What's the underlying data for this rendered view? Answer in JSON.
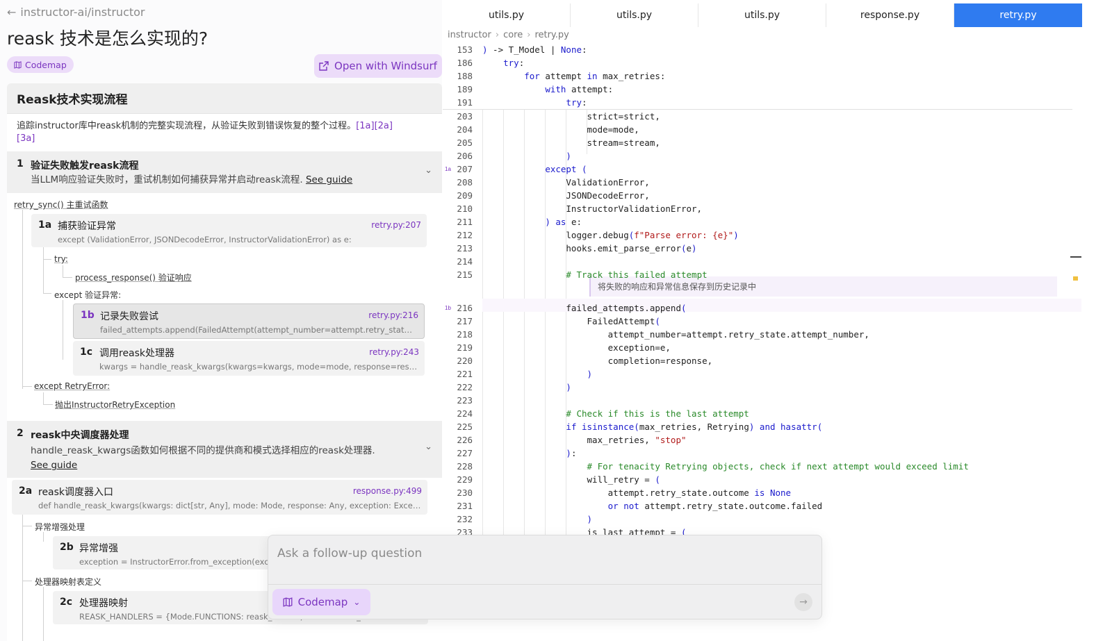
{
  "repo": {
    "label": "instructor-ai/instructor",
    "back_icon": "←"
  },
  "question": "reask 技术是怎么实现的?",
  "codemap_chip": "Codemap",
  "open_windsurf": "Open with Windsurf",
  "flow": {
    "title": "Reask技术实现流程",
    "desc": "追踪instructor库中reask机制的完整实现流程，从验证失败到错误恢复的整个过程。",
    "refs1": "[1a][2a]",
    "refs2": "[3a]"
  },
  "steps": [
    {
      "num": "1",
      "title": "验证失败触发reask流程",
      "desc": "当LLM响应验证失败时，重试机制如何捕获异常并启动reask流程.",
      "guide": "See guide"
    },
    {
      "num": "2",
      "title": "reask中央调度器处理",
      "desc": "handle_reask_kwargs函数如何根据不同的提供商和模式选择相应的reask处理器.",
      "guide": "See guide"
    }
  ],
  "tree": {
    "retry_sync": "retry_sync() 主重试函数",
    "try": "try:",
    "process": "process_response() 验证响应",
    "except_valid": "except 验证异常:",
    "except_retry": "except RetryError:",
    "raise": "抛出InstructorRetryException",
    "enhance": "异常增强处理",
    "handler_map": "处理器映射表定义"
  },
  "cards": {
    "c1a": {
      "id": "1a",
      "title": "捕获验证异常",
      "ref": "retry.py:207",
      "code": "except (ValidationError, JSONDecodeError, InstructorValidationError) as e:"
    },
    "c1b": {
      "id": "1b",
      "title": "记录失败尝试",
      "ref": "retry.py:216",
      "code": "failed_attempts.append(FailedAttempt(attempt_number=attempt.retry_state.attempt_number"
    },
    "c1c": {
      "id": "1c",
      "title": "调用reask处理器",
      "ref": "retry.py:243",
      "code": "kwargs = handle_reask_kwargs(kwargs=kwargs, mode=mode, response=response, exception=e"
    },
    "c2a": {
      "id": "2a",
      "title": "reask调度器入口",
      "ref": "response.py:499",
      "code": "def handle_reask_kwargs(kwargs: dict[str, Any], mode: Mode, response: Any, exception: Exception"
    },
    "c2b": {
      "id": "2b",
      "title": "异常增强",
      "code": "exception = InstructorError.from_exception(exception"
    },
    "c2c": {
      "id": "2c",
      "title": "处理器映射",
      "code": "REASK_HANDLERS = {Mode.FUNCTIONS: reask_default, Mode.TOOLS_STRICT: reask"
    }
  },
  "tabs": [
    "utils.py",
    "utils.py",
    "utils.py",
    "response.py",
    "retry.py"
  ],
  "breadcrumb": [
    "instructor",
    "core",
    "retry.py"
  ],
  "note": "将失败的响应和异常信息保存到历史记录中",
  "ask": {
    "placeholder": "Ask a follow-up question",
    "button": "Codemap"
  },
  "colors": {
    "accent": "#7b35c0",
    "tab_active": "#2f7bf0",
    "keyword": "#1a1acc",
    "string": "#b11a1a",
    "comment": "#2a8a2a"
  },
  "code_lines": [
    {
      "n": "153",
      "t": ") -> T_Model | None:"
    },
    {
      "n": "186",
      "t": "    try:"
    },
    {
      "n": "188",
      "t": "        for attempt in max_retries:"
    },
    {
      "n": "189",
      "t": "            with attempt:"
    },
    {
      "n": "191",
      "t": "                try:"
    },
    {
      "n": "203",
      "t": "                    strict=strict,"
    },
    {
      "n": "204",
      "t": "                    mode=mode,"
    },
    {
      "n": "205",
      "t": "                    stream=stream,"
    },
    {
      "n": "206",
      "t": "                )"
    },
    {
      "n": "207",
      "t": "            except (",
      "mark": "1a"
    },
    {
      "n": "208",
      "t": "                ValidationError,"
    },
    {
      "n": "209",
      "t": "                JSONDecodeError,"
    },
    {
      "n": "210",
      "t": "                InstructorValidationError,"
    },
    {
      "n": "211",
      "t": "            ) as e:"
    },
    {
      "n": "212",
      "t": "                logger.debug(f\"Parse error: {e}\")"
    },
    {
      "n": "213",
      "t": "                hooks.emit_parse_error(e)"
    },
    {
      "n": "214",
      "t": ""
    },
    {
      "n": "215",
      "t": "                # Track this failed attempt"
    },
    {
      "n": "216",
      "t": "                failed_attempts.append(",
      "mark": "1b"
    },
    {
      "n": "217",
      "t": "                    FailedAttempt("
    },
    {
      "n": "218",
      "t": "                        attempt_number=attempt.retry_state.attempt_number,"
    },
    {
      "n": "219",
      "t": "                        exception=e,"
    },
    {
      "n": "220",
      "t": "                        completion=response,"
    },
    {
      "n": "221",
      "t": "                    )"
    },
    {
      "n": "222",
      "t": "                )"
    },
    {
      "n": "223",
      "t": ""
    },
    {
      "n": "224",
      "t": "                # Check if this is the last attempt"
    },
    {
      "n": "225",
      "t": "                if isinstance(max_retries, Retrying) and hasattr("
    },
    {
      "n": "226",
      "t": "                    max_retries, \"stop\""
    },
    {
      "n": "227",
      "t": "                ):"
    },
    {
      "n": "228",
      "t": "                    # For tenacity Retrying objects, check if next attempt would exceed limit"
    },
    {
      "n": "229",
      "t": "                    will_retry = ("
    },
    {
      "n": "230",
      "t": "                        attempt.retry_state.outcome is None"
    },
    {
      "n": "231",
      "t": "                        or not attempt.retry_state.outcome.failed"
    },
    {
      "n": "232",
      "t": "                    )"
    },
    {
      "n": "233",
      "t": "                    is_last_attempt = ("
    }
  ]
}
